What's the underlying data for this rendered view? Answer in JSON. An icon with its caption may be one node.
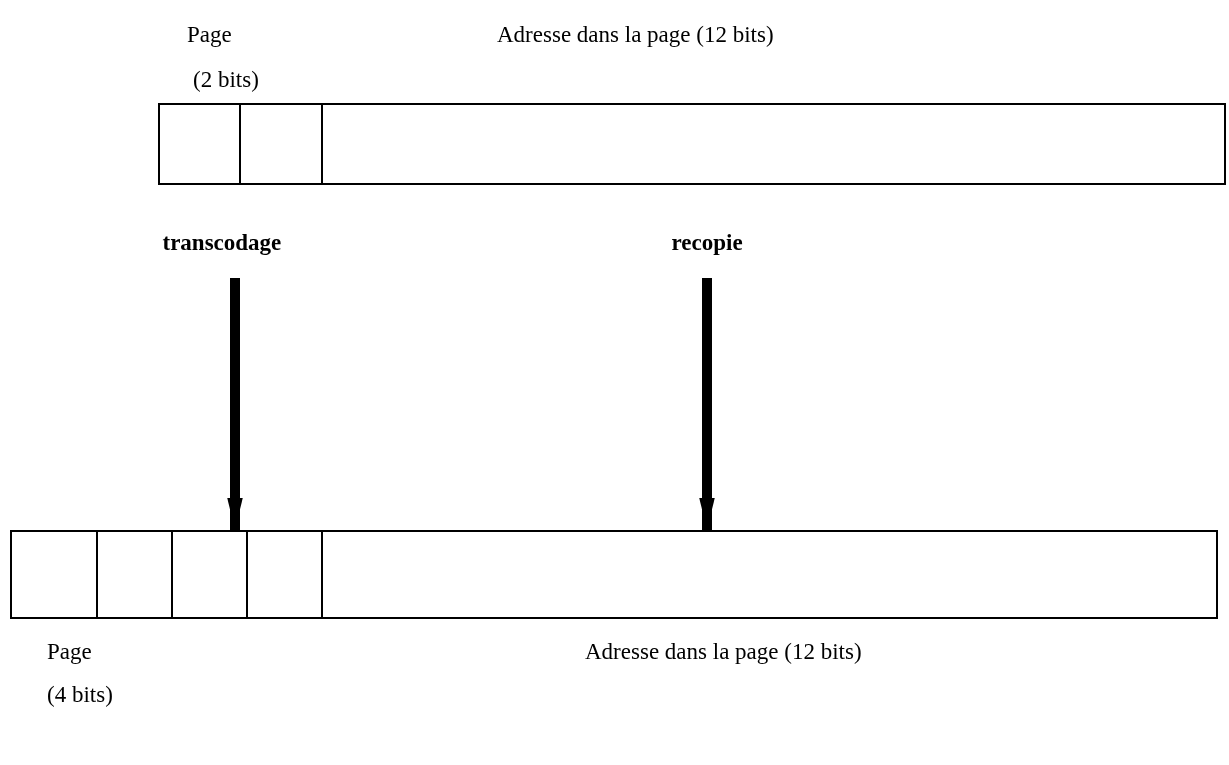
{
  "diagram": {
    "nodes": [
      {
        "text": [],
        "shape": "box"
      },
      {
        "text": [],
        "shape": "box"
      },
      {
        "text": [
          "transcodage"
        ]
      },
      {
        "text": [
          "recopie"
        ]
      }
    ],
    "edges": [
      {
        "from": 2,
        "to": 1,
        "arrow": "to"
      },
      {
        "from": 3,
        "to": 1,
        "arrow": "to"
      }
    ],
    "labels": [
      "Page",
      "Adresse dans la page (12 bits)",
      "(2 bits)",
      "Page",
      "Adresse dans la page (12 bits)",
      "(4 bits)"
    ]
  }
}
